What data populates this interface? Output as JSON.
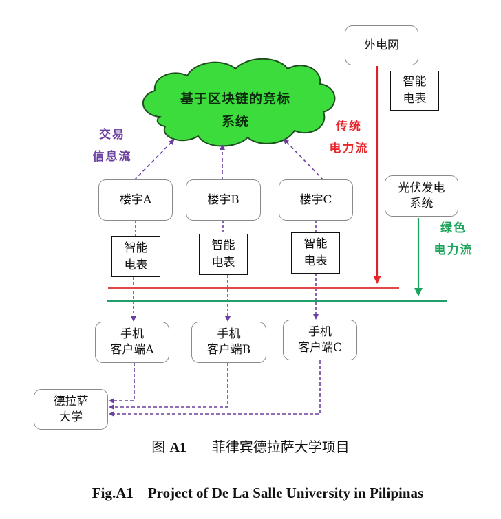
{
  "colors": {
    "traditional_power": "#e8262b",
    "green_power": "#1aa35a",
    "info_flow": "#6b3fa0",
    "cloud_fill": "#3ddc3d",
    "cloud_stroke": "#1e4d1e"
  },
  "cloud": {
    "line1": "基于区块链的竞标",
    "line2": "系统"
  },
  "grid": {
    "label": "外电网",
    "meter_line1": "智能",
    "meter_line2": "电表"
  },
  "pv": {
    "line1": "光伏发电",
    "line2": "系统"
  },
  "labels": {
    "info_flow_line1": "交易",
    "info_flow_line2": "信息流",
    "traditional_line1": "传统",
    "traditional_line2": "电力流",
    "green_line1": "绿色",
    "green_line2": "电力流"
  },
  "buildings": [
    {
      "label": "楼宇A",
      "meter_line1": "智能",
      "meter_line2": "电表",
      "client_line1": "手机",
      "client_line2": "客户端A"
    },
    {
      "label": "楼宇B",
      "meter_line1": "智能",
      "meter_line2": "电表",
      "client_line1": "手机",
      "client_line2": "客户端B"
    },
    {
      "label": "楼宇C",
      "meter_line1": "智能",
      "meter_line2": "电表",
      "client_line1": "手机",
      "client_line2": "客户端C"
    }
  ],
  "university": {
    "line1": "德拉萨",
    "line2": "大学"
  },
  "caption": {
    "cn_prefix": "图",
    "cn_fig": "A1",
    "cn_title": "菲律宾德拉萨大学项目",
    "en": "Fig.A1    Project of De La Salle University in Pilipinas"
  }
}
